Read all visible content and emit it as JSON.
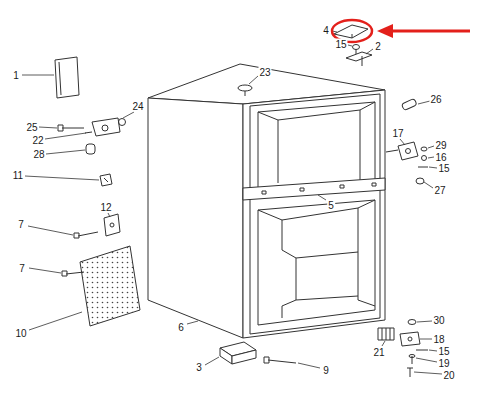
{
  "diagram": {
    "labels": [
      "4",
      "15",
      "2",
      "1",
      "23",
      "26",
      "24",
      "25",
      "22",
      "28",
      "17",
      "29",
      "16",
      "15",
      "11",
      "5",
      "27",
      "12",
      "7",
      "7",
      "10",
      "6",
      "30",
      "18",
      "15",
      "19",
      "21",
      "20",
      "3",
      "9"
    ]
  }
}
